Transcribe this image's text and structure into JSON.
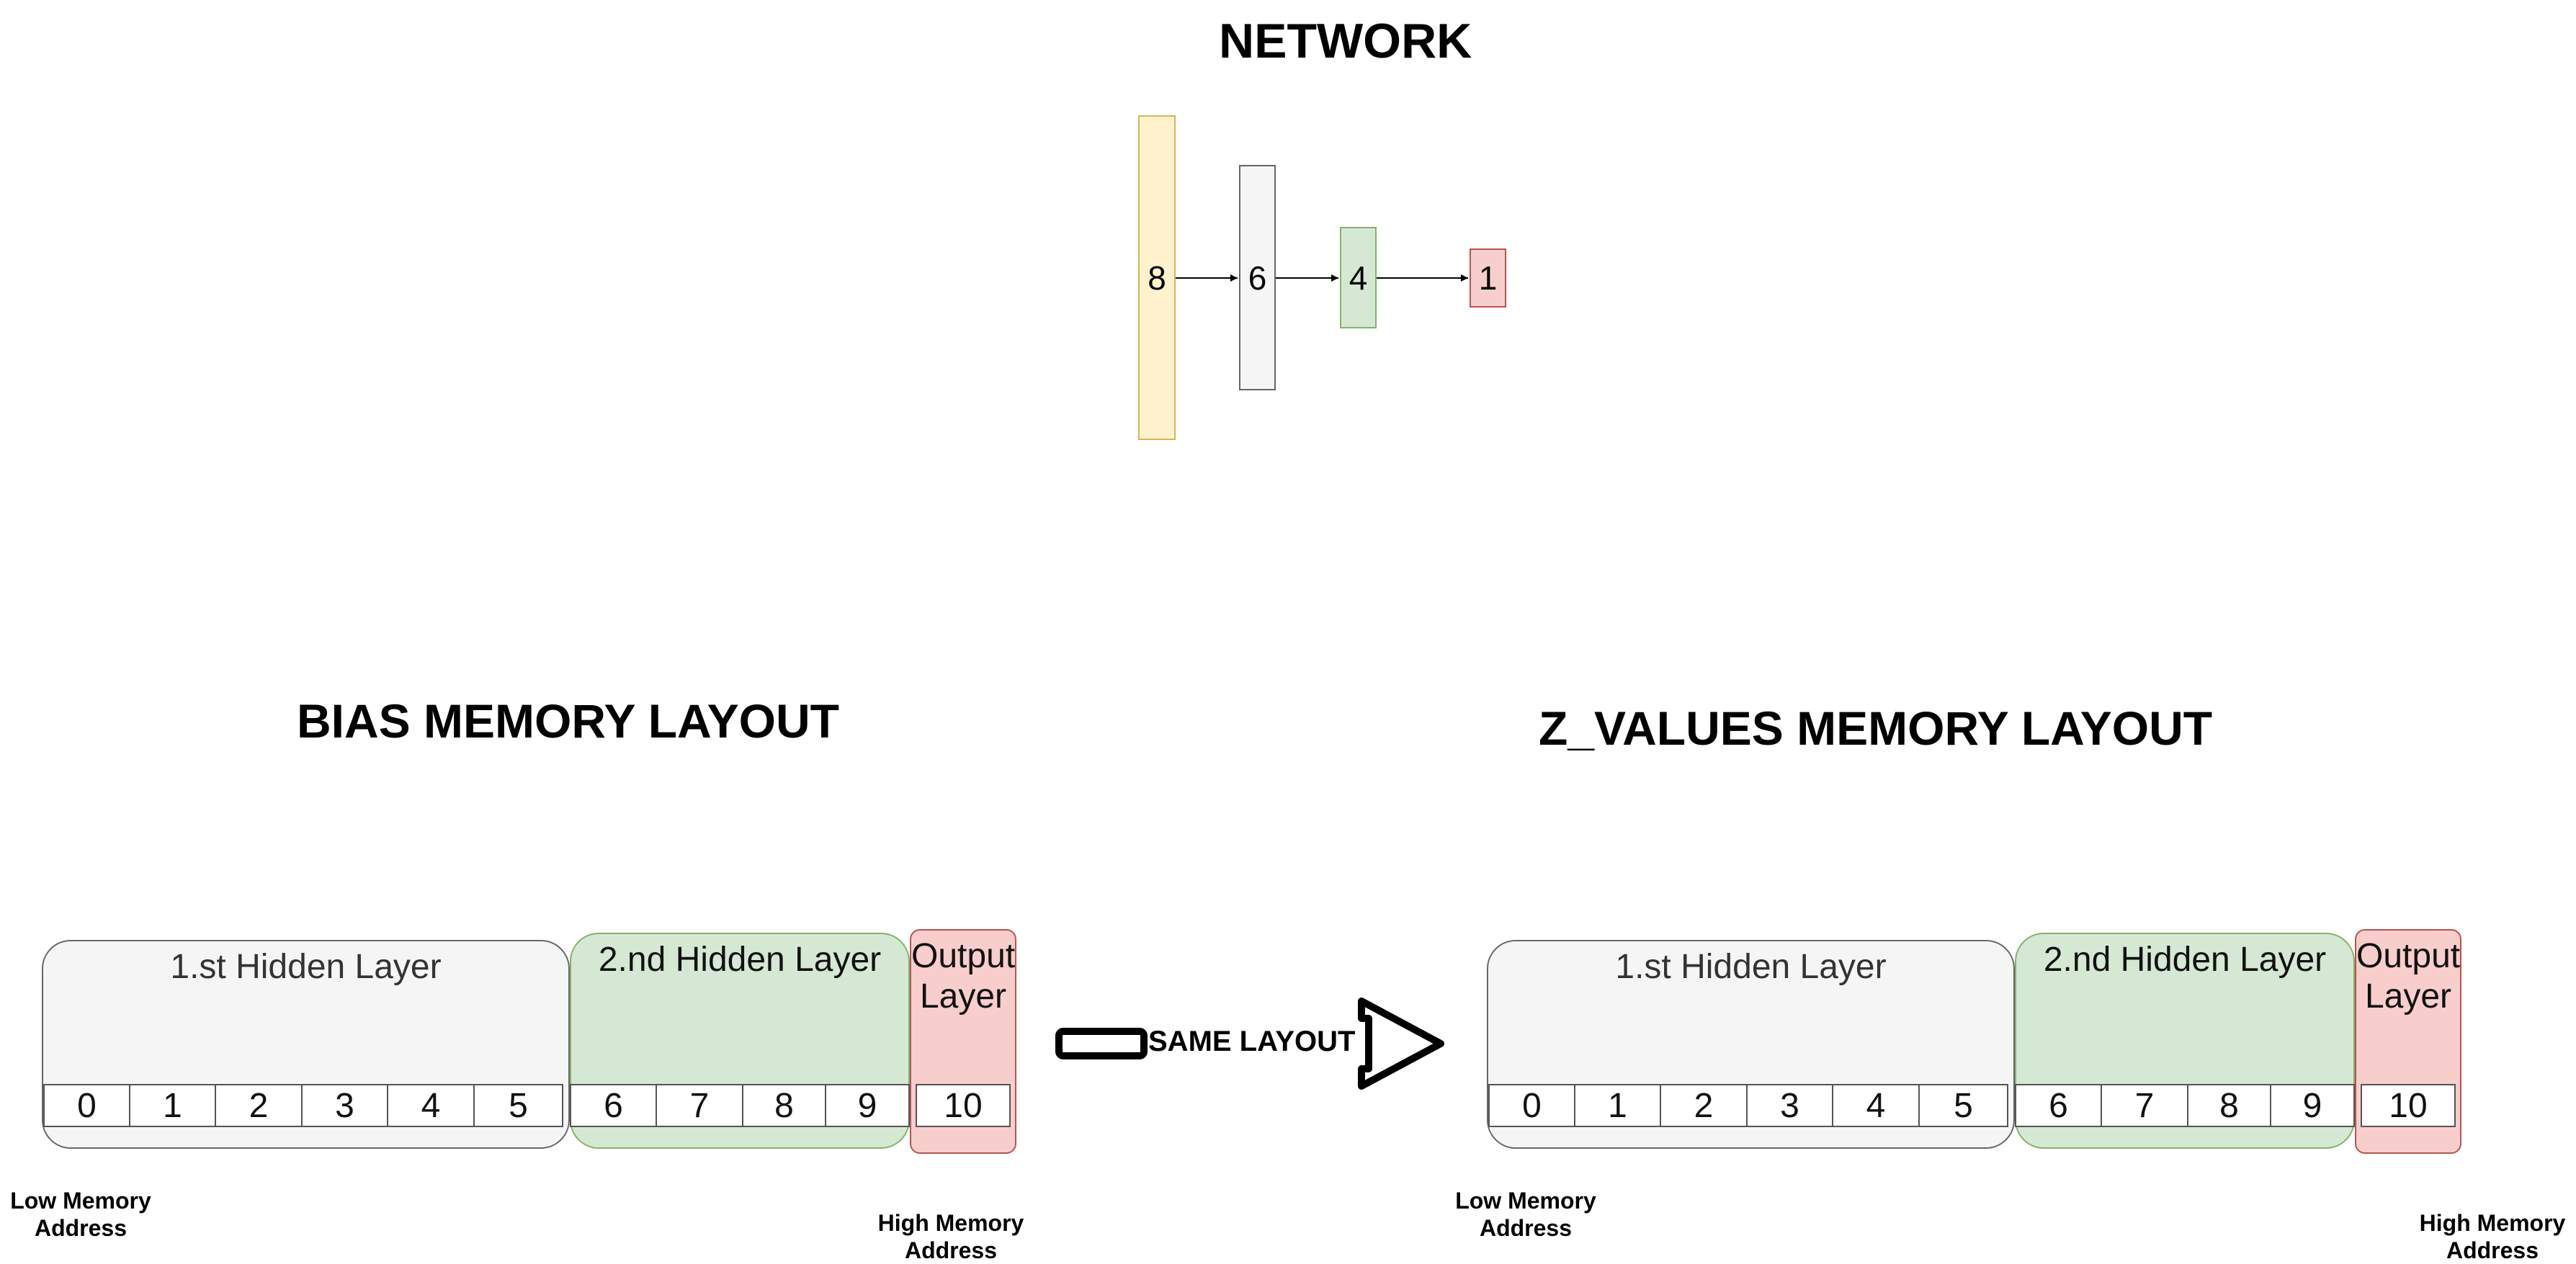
{
  "network": {
    "title": "NETWORK",
    "layers": [
      {
        "label": "8",
        "color": "#fff2cc",
        "border": "#d6b656"
      },
      {
        "label": "6",
        "color": "#f5f5f5",
        "border": "#666666"
      },
      {
        "label": "4",
        "color": "#d5e8d4",
        "border": "#82b366"
      },
      {
        "label": "1",
        "color": "#f8cecc",
        "border": "#b85450"
      }
    ]
  },
  "bias": {
    "title": "BIAS MEMORY LAYOUT",
    "groups": [
      {
        "label": "1.st Hidden Layer",
        "cells": [
          "0",
          "1",
          "2",
          "3",
          "4",
          "5"
        ]
      },
      {
        "label": "2.nd Hidden Layer",
        "cells": [
          "6",
          "7",
          "8",
          "9"
        ]
      },
      {
        "label_line1": "Output",
        "label_line2": "Layer",
        "cells": [
          "10"
        ]
      }
    ],
    "low_address_line1": "Low Memory",
    "low_address_line2": "Address",
    "high_address_line1": "High Memory",
    "high_address_line2": "Address"
  },
  "arrow": {
    "label": "SAME LAYOUT"
  },
  "zvalues": {
    "title": "Z_VALUES MEMORY LAYOUT",
    "groups": [
      {
        "label": "1.st Hidden Layer",
        "cells": [
          "0",
          "1",
          "2",
          "3",
          "4",
          "5"
        ]
      },
      {
        "label": "2.nd Hidden Layer",
        "cells": [
          "6",
          "7",
          "8",
          "9"
        ]
      },
      {
        "label_line1": "Output",
        "label_line2": "Layer",
        "cells": [
          "10"
        ]
      }
    ],
    "low_address_line1": "Low Memory",
    "low_address_line2": "Address",
    "high_address_line1": "High Memory",
    "high_address_line2": "Address"
  },
  "colors": {
    "hidden1_fill": "#f5f5f5",
    "hidden1_border": "#666666",
    "hidden2_fill": "#d5e8d4",
    "hidden2_border": "#82b366",
    "output_fill": "#f8cecc",
    "output_border": "#b85450"
  }
}
